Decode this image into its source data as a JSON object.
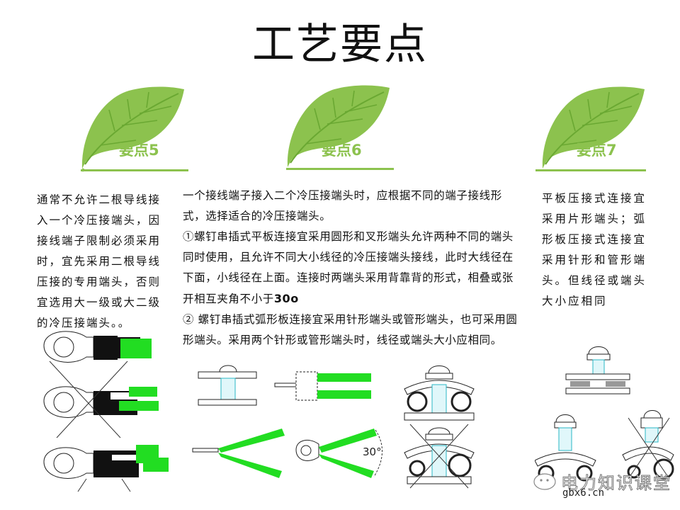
{
  "page": {
    "title": "工艺要点"
  },
  "points": [
    {
      "label": "要点5",
      "paragraphs": [
        "通常不允许二根导线接入一个冷压接端头，因接线端子限制必须采用时，宜先采用二根导线压接的专用端头，否则宜选用大一级或大二级的冷压接端头。。"
      ],
      "figure": "ring-terminal-crimp-examples-one-correct-two-crossed-out"
    },
    {
      "label": "要点6",
      "paragraphs": [
        "一个接线端子接入二个冷压接端头时，应根据不同的端子接线形式，选择适合的冷压接端头。",
        "①螺钉串插式平板连接宜采用圆形和叉形端头允许两种不同的端头同时使用，且允许不同大小线径的冷压接端头接线，此时大线径在下面，小线径在上面。连接时两端头采用背靠背的形式，相叠或张开相互夹角不小于",
        "② 螺钉串插式弧形板连接宜采用针形端头或管形端头，也可采用圆形端头。采用两个针形或管形端头时，线径或端头大小应相同。"
      ],
      "angle_text": "30o",
      "figure_angle_label": "30°",
      "figure": "flat-plate-screw-and-pin-terminals-with-30-degree-spread"
    },
    {
      "label": "要点7",
      "paragraphs": [
        "平板压接式连接宜采用片形端头；弧形板压接式连接宜采用针形和管形端头。但线径或端头大小应相同"
      ],
      "figure": "flat-and-arc-plate-screw-clamp-correct-and-crossed-out"
    }
  ],
  "colors": {
    "leaf_green": "#8cc24e",
    "leaf_vein": "#6aa832",
    "wire_green": "#22dd22",
    "screw_cyan": "#2ab7c6",
    "text": "#111111"
  },
  "watermark": {
    "text": "电力知识课堂",
    "url": "gbx6.cn",
    "icon": "wechat-icon"
  }
}
